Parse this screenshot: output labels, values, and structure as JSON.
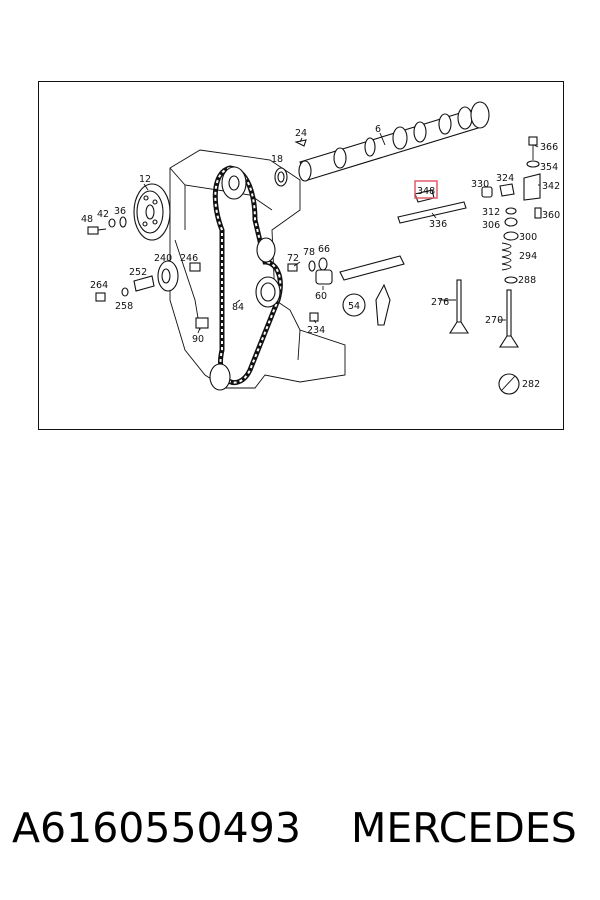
{
  "diagram": {
    "labels": {
      "p6": "6",
      "p12": "12",
      "p18": "18",
      "p24": "24",
      "p36": "36",
      "p42": "42",
      "p48": "48",
      "p54": "54",
      "p60": "60",
      "p66": "66",
      "p72": "72",
      "p78": "78",
      "p84": "84",
      "p90": "90",
      "p234": "234",
      "p240": "240",
      "p246": "246",
      "p252": "252",
      "p258": "258",
      "p264": "264",
      "p270": "270",
      "p276": "276",
      "p282": "282",
      "p288": "288",
      "p294": "294",
      "p300": "300",
      "p306": "306",
      "p312": "312",
      "p324": "324",
      "p330": "330",
      "p336": "336",
      "p342": "342",
      "p348": "348",
      "p354": "354",
      "p360": "360",
      "p366": "366"
    },
    "highlighted_part": "348",
    "highlight_color": "#e05a6a"
  },
  "caption": {
    "part_number": "A6160550493",
    "brand": "MERCEDES"
  }
}
